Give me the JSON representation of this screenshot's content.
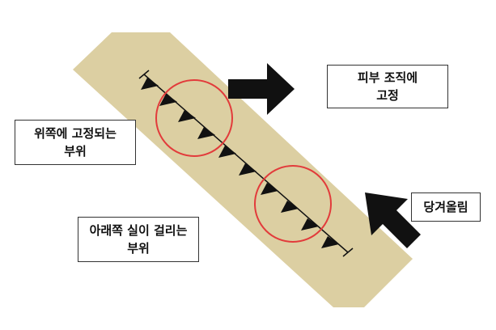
{
  "labels": {
    "skin_fixation": [
      "피부 조직에",
      "고정"
    ],
    "upper_fixed_part": [
      "위쪽에 고정되는",
      "부위"
    ],
    "lower_thread_catch": [
      "아래쪽 실이 걸리는",
      "부위"
    ],
    "pull_up": "당겨올림"
  },
  "colors": {
    "tissue_band": "#dccfa2",
    "thread": "#111111",
    "barb": "#111111",
    "highlight_circle": "#e23b3b",
    "arrow": "#111111",
    "box_border": "#333333"
  }
}
